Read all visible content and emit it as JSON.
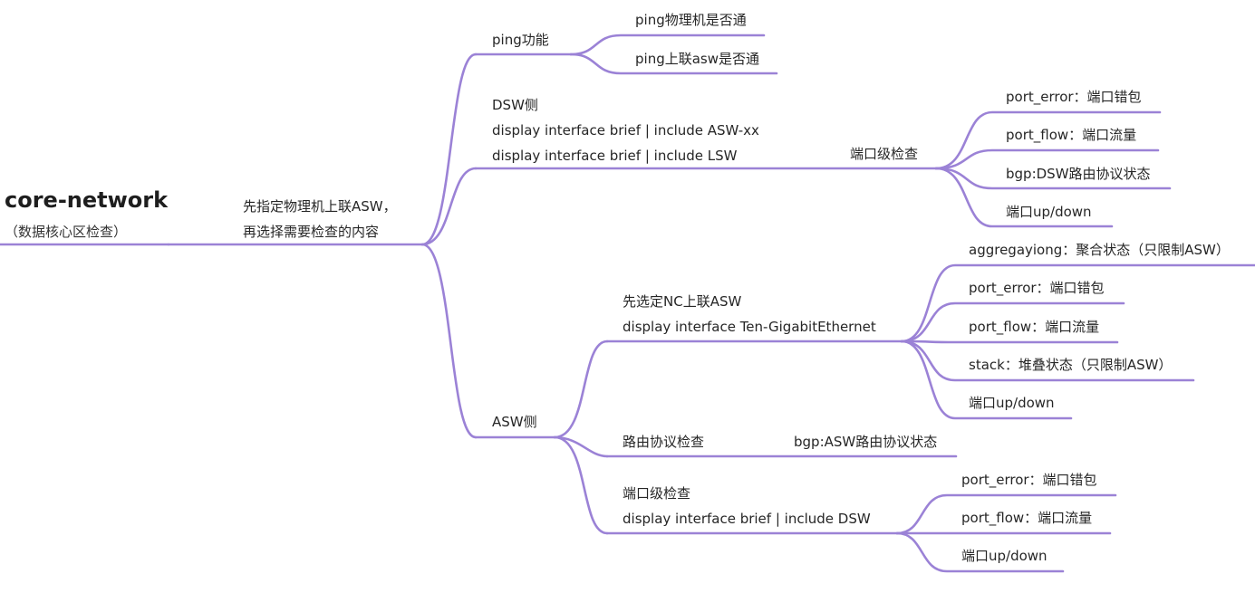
{
  "colors": {
    "link": "#9b82d6",
    "text": "#262626",
    "background": "#ffffff"
  },
  "root": {
    "title": "core-network",
    "subtitle": "（数据核心区检查）"
  },
  "l1": {
    "lines": [
      "先指定物理机上联ASW，",
      "再选择需要检查的内容"
    ]
  },
  "ping": {
    "label": "ping功能",
    "children": [
      "ping物理机是否通",
      "ping上联asw是否通"
    ]
  },
  "dsw": {
    "lines": [
      "DSW侧",
      "display interface brief | include ASW-xx",
      "display interface brief | include LSW"
    ],
    "port_check": {
      "label": "端口级检查",
      "children": [
        "port_error：端口错包",
        "port_flow：端口流量",
        "bgp:DSW路由协议状态",
        "端口up/down"
      ]
    }
  },
  "asw": {
    "label": "ASW侧",
    "nc": {
      "lines": [
        "先选定NC上联ASW",
        "display interface Ten-GigabitEthernet"
      ],
      "children": [
        "aggregayiong：聚合状态（只限制ASW）",
        "port_error：端口错包",
        "port_flow：端口流量",
        "stack：堆叠状态（只限制ASW）",
        "端口up/down"
      ]
    },
    "route": {
      "label": "路由协议检查",
      "child": "bgp:ASW路由协议状态"
    },
    "port": {
      "lines": [
        "端口级检查",
        "display interface brief | include DSW"
      ],
      "children": [
        "port_error：端口错包",
        "port_flow：端口流量",
        "端口up/down"
      ]
    }
  }
}
